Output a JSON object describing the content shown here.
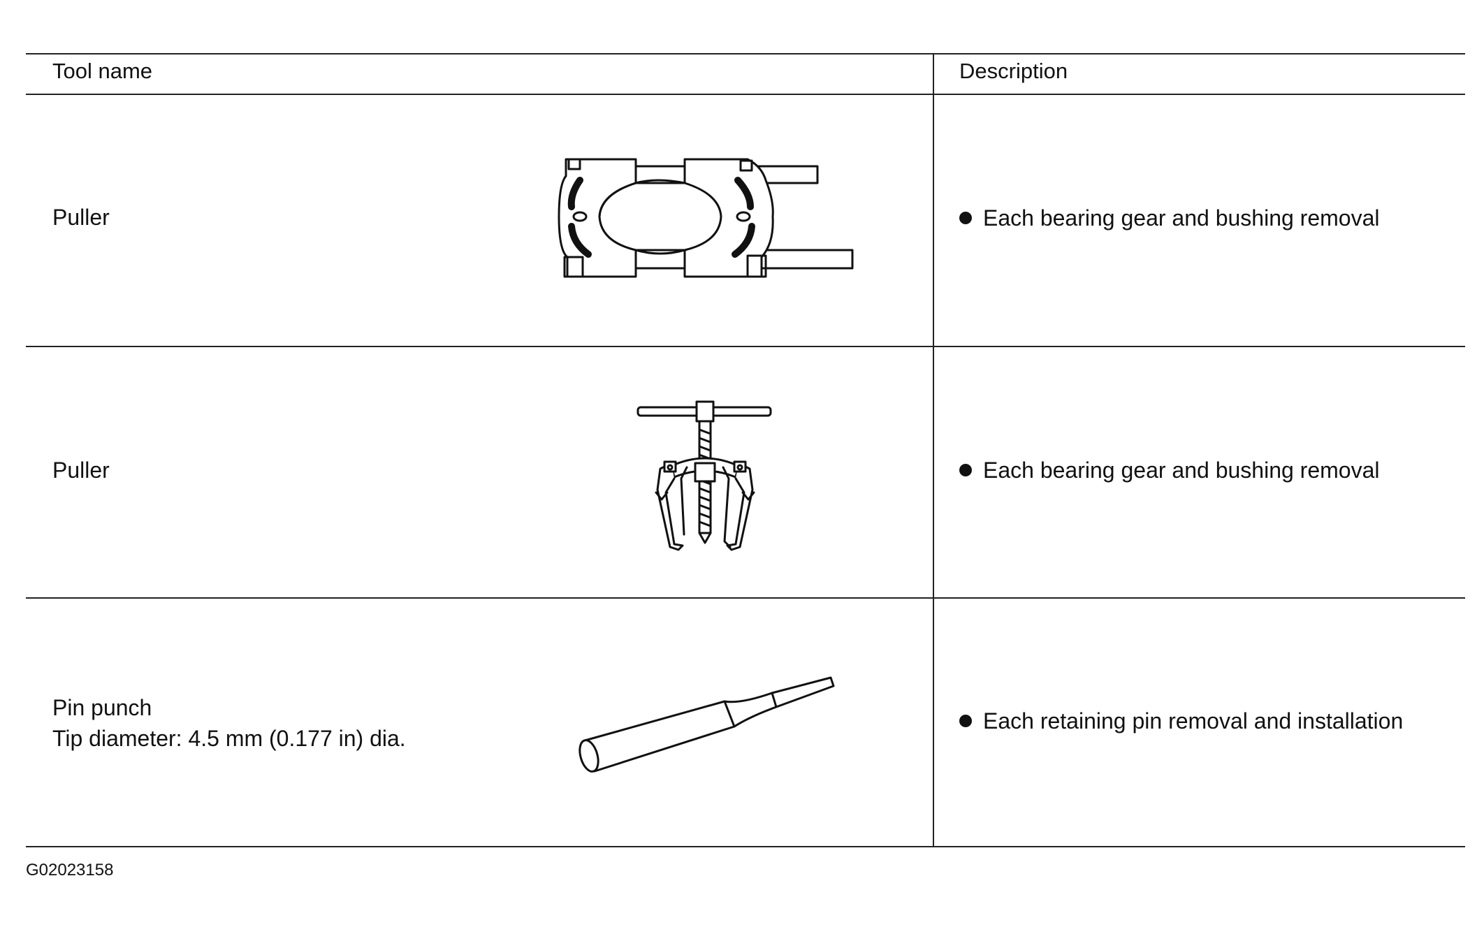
{
  "table": {
    "headers": {
      "tool_name": "Tool name",
      "description": "Description"
    },
    "rows": [
      {
        "tool_name": "Puller",
        "tool_spec": "",
        "icon": "split-bearing-puller-icon",
        "description": "Each bearing gear and bushing removal"
      },
      {
        "tool_name": "Puller",
        "tool_spec": "",
        "icon": "jaw-puller-icon",
        "description": "Each bearing gear and bushing removal"
      },
      {
        "tool_name": "Pin punch",
        "tool_spec": "Tip diameter: 4.5 mm (0.177 in) dia.",
        "icon": "pin-punch-icon",
        "description": "Each retaining pin removal and installation"
      }
    ]
  },
  "footer": {
    "figure_id": "G02023158"
  },
  "colors": {
    "ink": "#111111",
    "rule": "#222222",
    "background": "#ffffff"
  }
}
